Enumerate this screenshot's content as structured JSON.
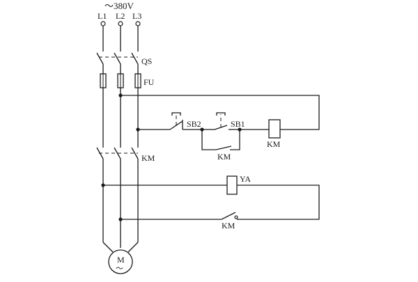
{
  "supply": {
    "voltage": "～380V",
    "phases": [
      "L1",
      "L2",
      "L3"
    ]
  },
  "labels": {
    "qs": "QS",
    "fu": "FU",
    "sb2": "SB2",
    "sb1": "SB1",
    "km_aux": "KM",
    "km_coil": "KM",
    "km_main": "KM",
    "ya": "YA",
    "km_nc": "KM",
    "motor_letter": "M",
    "motor_symbol": "～"
  },
  "colors": {
    "ink": "#1a1a1a",
    "background": "#ffffff"
  }
}
